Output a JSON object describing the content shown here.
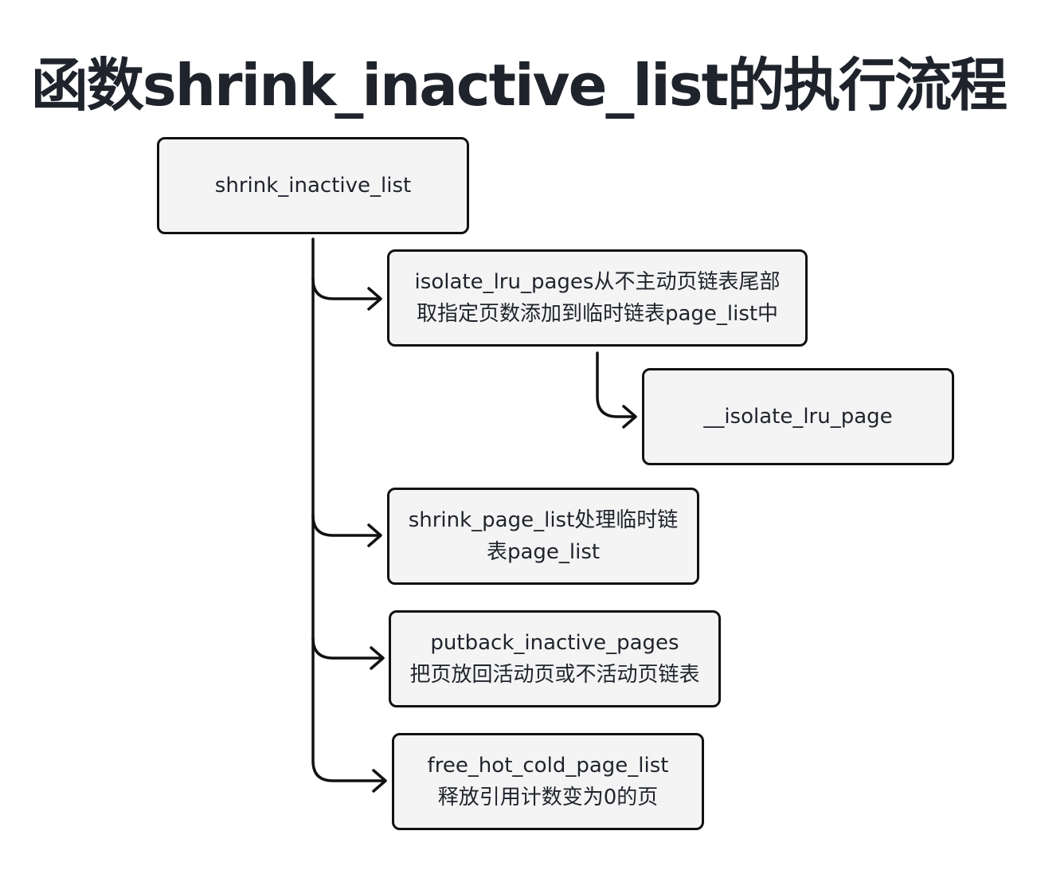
{
  "title": "函数shrink_inactive_list的执行流程",
  "nodes": {
    "root": {
      "line1": "shrink_inactive_list"
    },
    "isolate_lru_pages": {
      "line1": "isolate_lru_pages从不主动页链表尾部",
      "line2": "取指定页数添加到临时链表page_list中"
    },
    "__isolate_lru_page": {
      "line1": "__isolate_lru_page"
    },
    "shrink_page_list": {
      "line1": "shrink_page_list处理临时链",
      "line2": "表page_list"
    },
    "putback_inactive_pages": {
      "line1": "putback_inactive_pages",
      "line2": "把页放回活动页或不活动页链表"
    },
    "free_hot_cold_page_list": {
      "line1": "free_hot_cold_page_list",
      "line2": "释放引用计数变为0的页"
    }
  },
  "edges": [
    {
      "from": "shrink_inactive_list",
      "to": "isolate_lru_pages从不主动页链表尾部取指定页数添加到临时链表page_list中"
    },
    {
      "from": "isolate_lru_pages从不主动页链表尾部取指定页数添加到临时链表page_list中",
      "to": "__isolate_lru_page"
    },
    {
      "from": "shrink_inactive_list",
      "to": "shrink_page_list处理临时链表page_list"
    },
    {
      "from": "shrink_inactive_list",
      "to": "putback_inactive_pages把页放回活动页或不活动页链表"
    },
    {
      "from": "shrink_inactive_list",
      "to": "free_hot_cold_page_list释放引用计数变为0的页"
    }
  ]
}
